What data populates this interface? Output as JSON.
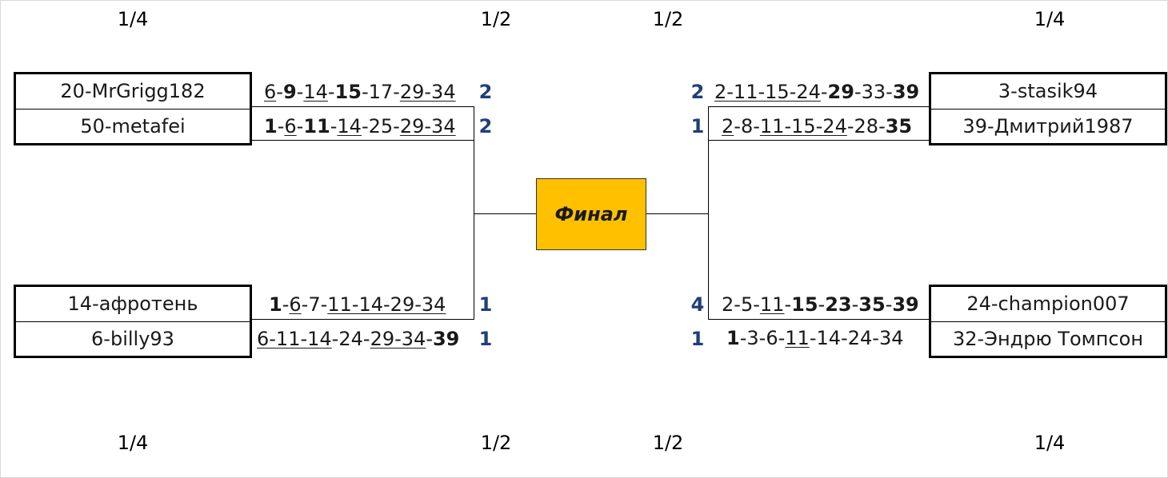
{
  "rounds": {
    "top_left": "1/4",
    "top_mid_left": "1/2",
    "top_mid_right": "1/2",
    "top_right": "1/4",
    "bottom_left": "1/4",
    "bottom_mid_left": "1/2",
    "bottom_mid_right": "1/2",
    "bottom_right": "1/4"
  },
  "final_label": "Финал",
  "matches": {
    "left_top": {
      "players": [
        "20-MrGrigg182",
        "50-metafei"
      ],
      "scores": [
        "2",
        "2"
      ],
      "numbers": [
        [
          {
            "t": "6",
            "u": true
          },
          {
            "t": "-"
          },
          {
            "t": "9",
            "b": true
          },
          {
            "t": "-"
          },
          {
            "t": "14",
            "u": true
          },
          {
            "t": "-"
          },
          {
            "t": "15",
            "b": true
          },
          {
            "t": "-"
          },
          {
            "t": "17"
          },
          {
            "t": "-"
          },
          {
            "t": "29-34",
            "u": true
          }
        ],
        [
          {
            "t": "1",
            "b": true
          },
          {
            "t": "-"
          },
          {
            "t": "6",
            "u": true
          },
          {
            "t": "-"
          },
          {
            "t": "11",
            "b": true
          },
          {
            "t": "-"
          },
          {
            "t": "14",
            "u": true
          },
          {
            "t": "-"
          },
          {
            "t": "25"
          },
          {
            "t": "-"
          },
          {
            "t": "29-34",
            "u": true
          }
        ]
      ]
    },
    "left_bottom": {
      "players": [
        "14-афротень",
        "6-billy93"
      ],
      "scores": [
        "1",
        "1"
      ],
      "numbers": [
        [
          {
            "t": "1",
            "b": true
          },
          {
            "t": "-"
          },
          {
            "t": "6",
            "u": true
          },
          {
            "t": "-"
          },
          {
            "t": "7"
          },
          {
            "t": "-"
          },
          {
            "t": "11-14-29-34",
            "u": true
          }
        ],
        [
          {
            "t": "6-11-14",
            "u": true
          },
          {
            "t": "-"
          },
          {
            "t": "24"
          },
          {
            "t": "-"
          },
          {
            "t": "29-34",
            "u": true
          },
          {
            "t": "-"
          },
          {
            "t": "39",
            "b": true
          }
        ]
      ]
    },
    "right_top": {
      "players": [
        "3-stasik94",
        "39-Дмитрий1987"
      ],
      "scores": [
        "2",
        "1"
      ],
      "numbers": [
        [
          {
            "t": "2-11-15-24",
            "u": true
          },
          {
            "t": "-"
          },
          {
            "t": "29",
            "b": true
          },
          {
            "t": "-"
          },
          {
            "t": "33"
          },
          {
            "t": "-"
          },
          {
            "t": "39",
            "b": true
          }
        ],
        [
          {
            "t": "2",
            "u": true
          },
          {
            "t": "-"
          },
          {
            "t": "8"
          },
          {
            "t": "-"
          },
          {
            "t": "11-15-24",
            "u": true
          },
          {
            "t": "-"
          },
          {
            "t": "28"
          },
          {
            "t": "-"
          },
          {
            "t": "35",
            "b": true
          }
        ]
      ]
    },
    "right_bottom": {
      "players": [
        "24-champion007",
        "32-Эндрю Томпсон"
      ],
      "scores": [
        "4",
        "1"
      ],
      "numbers": [
        [
          {
            "t": "2"
          },
          {
            "t": "-"
          },
          {
            "t": "5"
          },
          {
            "t": "-"
          },
          {
            "t": "11",
            "u": true
          },
          {
            "t": "-"
          },
          {
            "t": "15",
            "b": true
          },
          {
            "t": "-"
          },
          {
            "t": "23",
            "b": true
          },
          {
            "t": "-"
          },
          {
            "t": "35",
            "b": true
          },
          {
            "t": "-"
          },
          {
            "t": "39",
            "b": true
          }
        ],
        [
          {
            "t": "1",
            "b": true
          },
          {
            "t": "-"
          },
          {
            "t": "3"
          },
          {
            "t": "-"
          },
          {
            "t": "6"
          },
          {
            "t": "-"
          },
          {
            "t": "11",
            "u": true
          },
          {
            "t": "-"
          },
          {
            "t": "14"
          },
          {
            "t": "-"
          },
          {
            "t": "24"
          },
          {
            "t": "-"
          },
          {
            "t": "34"
          }
        ]
      ]
    }
  }
}
